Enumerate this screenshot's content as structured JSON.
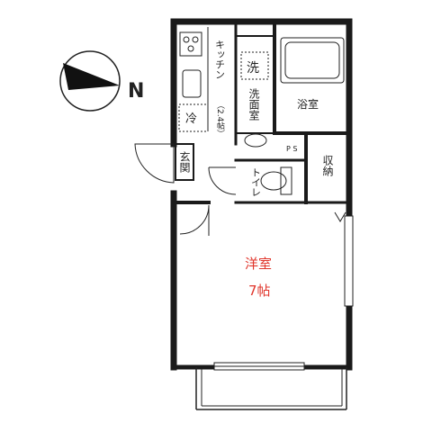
{
  "compass": {
    "north_label": "N"
  },
  "rooms": {
    "kitchen": {
      "name": "キッチン",
      "size": "（2.4帖）"
    },
    "washroom": {
      "name": "洗面室"
    },
    "washer_mark": "洗",
    "fridge_mark": "冷",
    "bathroom": {
      "name": "浴室"
    },
    "pipe_space": "P S",
    "storage": {
      "name": "収納"
    },
    "toilet": {
      "name": "トイレ"
    },
    "entrance": {
      "name": "玄関"
    },
    "western_room": {
      "name": "洋室",
      "size": "7帖"
    }
  },
  "colors": {
    "wall": "#1a1a1a",
    "room_label": "#e0352b",
    "compass_fill": "#111111"
  }
}
